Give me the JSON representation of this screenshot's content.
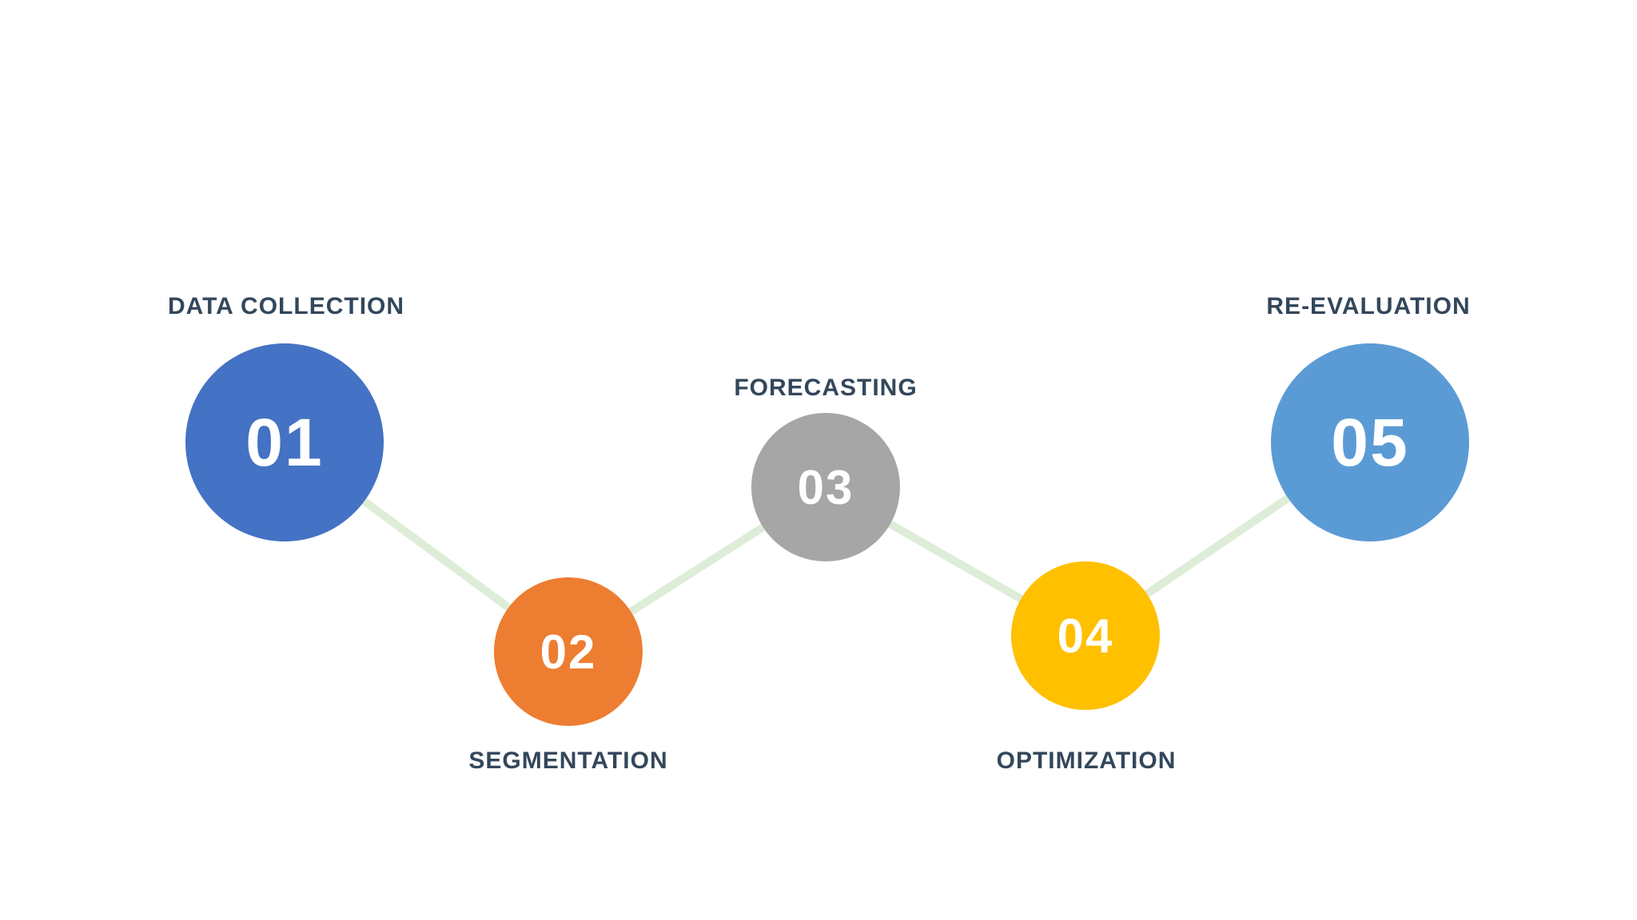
{
  "diagram": {
    "type": "process-flow",
    "background_color": "#FFFFFF",
    "connector_color": "#DDEDD8",
    "label_color": "#33475B",
    "number_color": "#FFFFFF",
    "steps": [
      {
        "number": "01",
        "label": "DATA COLLECTION",
        "color": "#4472C4",
        "size": "large",
        "label_position": "top"
      },
      {
        "number": "02",
        "label": "SEGMENTATION",
        "color": "#ED7D31",
        "size": "small",
        "label_position": "bottom"
      },
      {
        "number": "03",
        "label": "FORECASTING",
        "color": "#A6A6A6",
        "size": "small",
        "label_position": "top"
      },
      {
        "number": "04",
        "label": "OPTIMIZATION",
        "color": "#FFC000",
        "size": "small",
        "label_position": "bottom"
      },
      {
        "number": "05",
        "label": "RE-EVALUATION",
        "color": "#5B9BD5",
        "size": "large",
        "label_position": "top"
      }
    ]
  }
}
